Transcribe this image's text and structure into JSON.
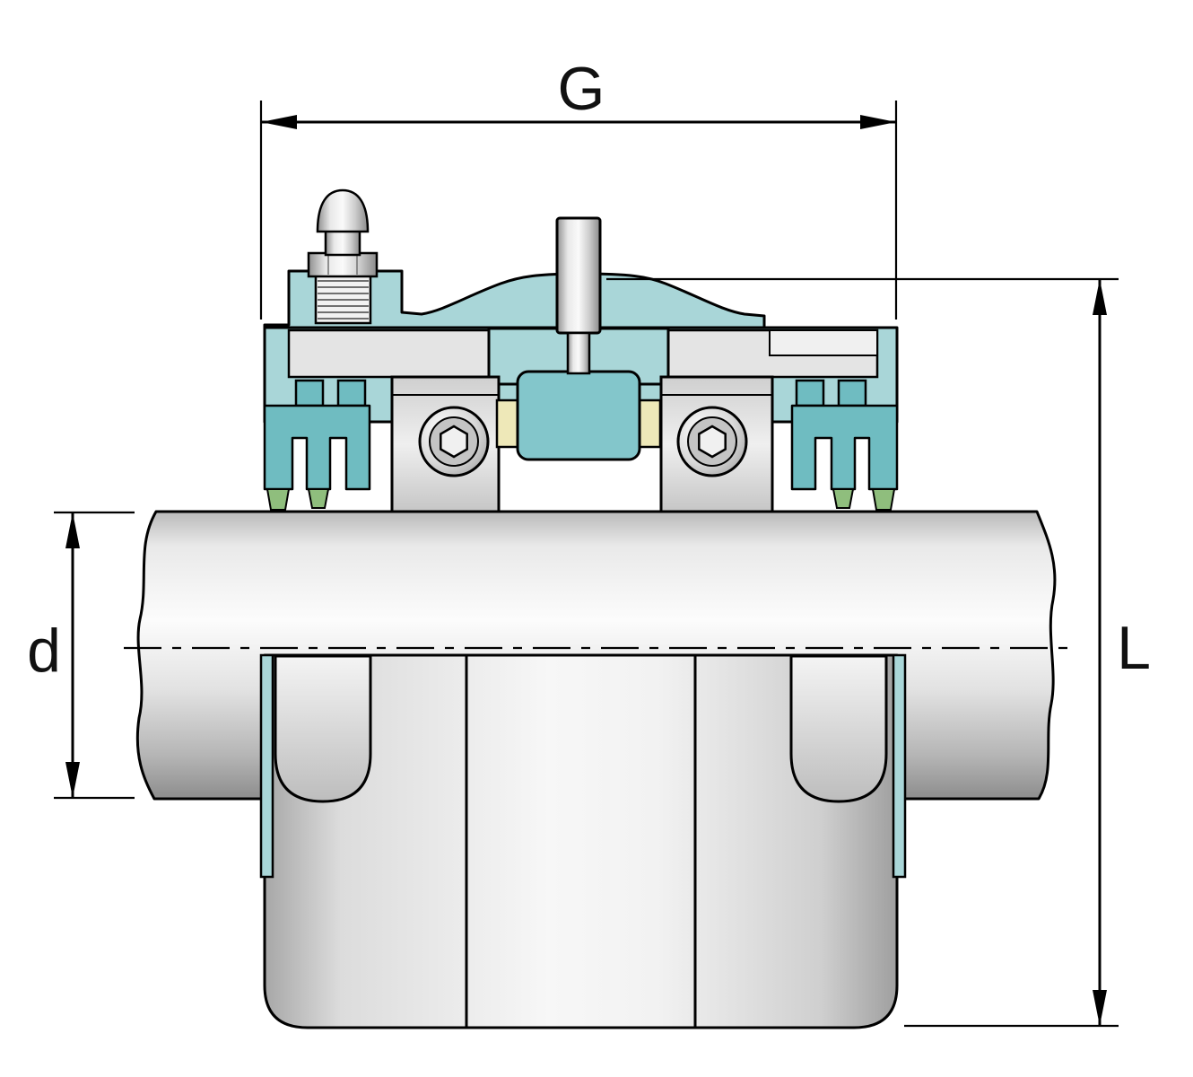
{
  "figure": {
    "type": "technical-drawing",
    "description": "Cross-section drawing of a split plummer block bearing unit mounted on a shaft, with dimension annotations"
  },
  "dimensions": {
    "top_width": {
      "label": "G"
    },
    "right_height": {
      "label": "L"
    },
    "left_diameter": {
      "label": "d"
    }
  },
  "palette": {
    "housing_teal": "#a9d6d8",
    "labyrinth_teal": "#6fbcc1",
    "roller_teal": "#83c6cb",
    "cage_yellow": "#eee8b8",
    "seal_green": "#8fbe7d",
    "metal_gray": "#e4e4e4",
    "slot_gray": "#f0f0f0",
    "line_black": "#000000",
    "background": "#ffffff"
  }
}
